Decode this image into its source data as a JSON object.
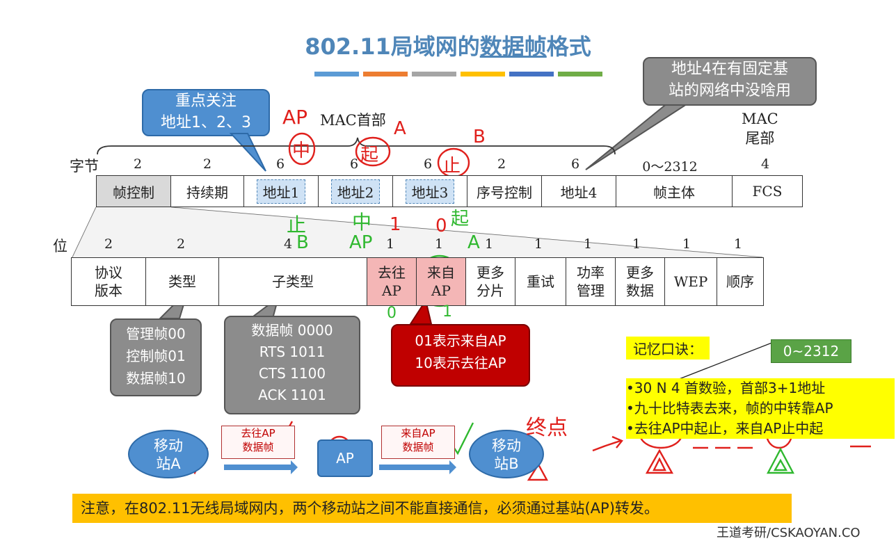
{
  "title_prefix": "802.11局域网的",
  "title_underlined": "数据帧",
  "title_suffix": "格式",
  "stripe_colors": [
    "#5b9bd5",
    "#ed7d31",
    "#a5a5a5",
    "#ffc000",
    "#4472c4",
    "#70ad47"
  ],
  "mac_header_label": "MAC首部",
  "mac_trailer_label_1": "MAC",
  "mac_trailer_label_2": "尾部",
  "bytes_label": "字节",
  "bits_label": "位",
  "byte_sizes": [
    "2",
    "2",
    "6",
    "6",
    "6",
    "2",
    "6",
    "0～2312",
    "4"
  ],
  "frame_fields": [
    "帧控制",
    "持续期",
    "地址1",
    "地址2",
    "地址3",
    "序号控制",
    "地址4",
    "帧主体",
    "FCS"
  ],
  "bit_sizes": [
    "2",
    "2",
    "4",
    "1",
    "1",
    "1",
    "1",
    "1",
    "1",
    "1",
    "1"
  ],
  "control_fields": [
    {
      "l1": "协议",
      "l2": "版本"
    },
    {
      "l1": "类型",
      "l2": ""
    },
    {
      "l1": "子类型",
      "l2": ""
    },
    {
      "l1": "去往",
      "l2": "AP"
    },
    {
      "l1": "来自",
      "l2": "AP"
    },
    {
      "l1": "更多",
      "l2": "分片"
    },
    {
      "l1": "重试",
      "l2": ""
    },
    {
      "l1": "功率",
      "l2": "管理"
    },
    {
      "l1": "更多",
      "l2": "数据"
    },
    {
      "l1": "WEP",
      "l2": ""
    },
    {
      "l1": "顺序",
      "l2": ""
    }
  ],
  "callout_focus_1": "重点关注",
  "callout_focus_2": "地址1、2、3",
  "callout_addr4_1": "地址4在有固定基",
  "callout_addr4_2": "站的网络中没啥用",
  "type_box": [
    "管理帧00",
    "控制帧01",
    "数据帧10"
  ],
  "subtype_box": [
    "数据帧 0000",
    "RTS 1011",
    "CTS 1100",
    "ACK 1101"
  ],
  "ds_box": [
    "01表示来自AP",
    "10表示去往AP"
  ],
  "mnemonic_title": "记忆口诀：",
  "range_box": "0~2312",
  "mnemonics": [
    "•30 N 4 首数验，首部3+1地址",
    "•九十比特表去来，帧的中转靠AP",
    "•去往AP中起止，来自AP止中起"
  ],
  "station_a_1": "移动",
  "station_a_2": "站A",
  "station_b_1": "移动",
  "station_b_2": "站B",
  "ap_label": "AP",
  "scroll_to_1": "去往AP",
  "scroll_to_2": "数据帧",
  "scroll_from_1": "来自AP",
  "scroll_from_2": "数据帧",
  "note": "注意，在802.11无线局域网内，两个移动站之间不能直接通信，必须通过基站(AP)转发。",
  "watermark": "王道考研/CSKAOYAN.CO",
  "handwriting": {
    "ap_top": "AP",
    "zhong": "中",
    "a_top": "A",
    "qi": "起",
    "b_top": "B",
    "zhi": "止",
    "zhi_b": "止",
    "b_low": "B",
    "zhong_ap": "中",
    "ap_low": "AP",
    "one": "1",
    "zero": "0",
    "qi_low": "起",
    "a_low": "A",
    "zero_below": "0",
    "one_below": "1",
    "zhong_dian": "终点"
  }
}
